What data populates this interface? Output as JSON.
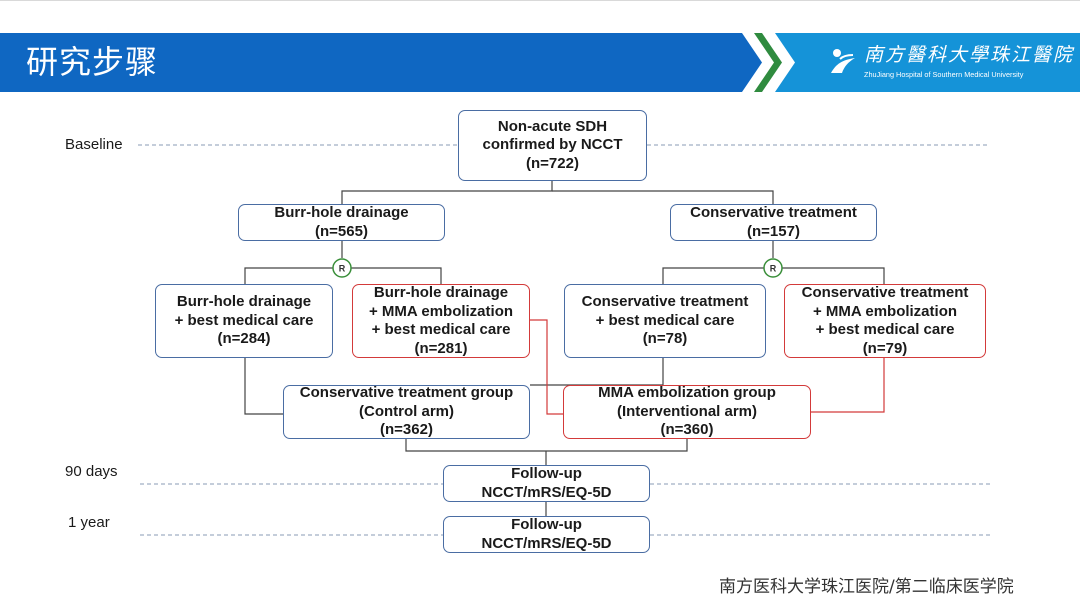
{
  "header": {
    "title": "研究步骤",
    "logo_cn": "南方醫科大學珠江醫院",
    "logo_en": "ZhuJiang Hospital of Southern Medical University"
  },
  "timeline": {
    "baseline": "Baseline",
    "days90": "90 days",
    "year1": "1 year"
  },
  "nodes": {
    "root": [
      "Non-acute SDH",
      "confirmed by NCCT",
      "(n=722)"
    ],
    "burr": [
      "Burr-hole drainage",
      "(n=565)"
    ],
    "conservative": [
      "Conservative treatment",
      "(n=157)"
    ],
    "burr_bmc": [
      "Burr-hole drainage",
      "+ best medical care",
      "(n=284)"
    ],
    "burr_mma": [
      "Burr-hole drainage",
      "+ MMA embolization",
      "+ best medical care",
      "(n=281)"
    ],
    "cons_bmc": [
      "Conservative treatment",
      "+ best medical care",
      "(n=78)"
    ],
    "cons_mma": [
      "Conservative treatment",
      "+ MMA embolization",
      "+ best medical care",
      "(n=79)"
    ],
    "control_group": [
      "Conservative treatment group",
      "(Control arm)",
      "(n=362)"
    ],
    "mma_group": [
      "MMA embolization group",
      "(Interventional arm)",
      "(n=360)"
    ],
    "followup1": [
      "Follow-up",
      "NCCT/mRS/EQ-5D"
    ],
    "followup2": [
      "Follow-up",
      "NCCT/mRS/EQ-5D"
    ]
  },
  "randomization_marker": "R",
  "colors": {
    "banner_blue": "#0f67c2",
    "banner_light": "#1593d8",
    "box_border": "#4a6da3",
    "red_border": "#d33a3a"
  },
  "footer": "南方医科大学珠江医院/第二临床医学院"
}
